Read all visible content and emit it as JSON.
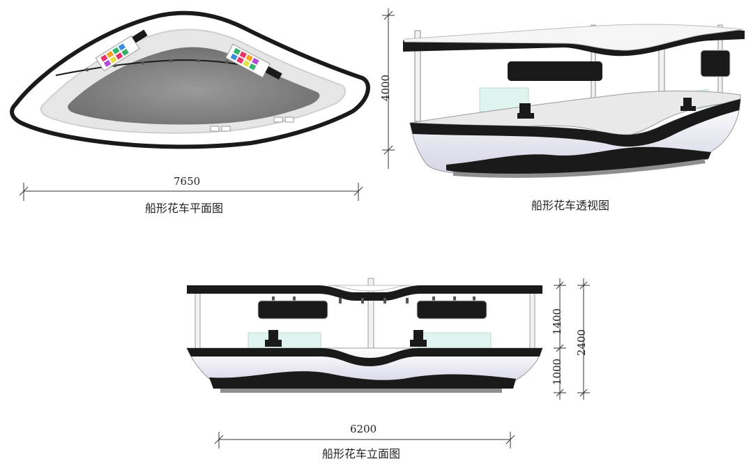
{
  "plan": {
    "caption": "船形花车平面图",
    "width_dim": "7650"
  },
  "perspective": {
    "caption": "船形花车透视图",
    "height_dim": "4000"
  },
  "elevation": {
    "caption": "船形花车立面图",
    "width_dim": "6200",
    "upper_dim": "1400",
    "lower_dim": "1000",
    "total_dim": "2400"
  },
  "colors": {
    "body_black": "#1a1a1a",
    "hull_white": "#f4f4fa",
    "hull_shade": "#d9d9e6",
    "glass": "#dff3ef",
    "floor_gray": "#8e8e8e",
    "tile_colors": [
      "#e8336b",
      "#f4a020",
      "#36b36a",
      "#3a8fd8",
      "#b24ad6",
      "#e5e04a"
    ]
  }
}
